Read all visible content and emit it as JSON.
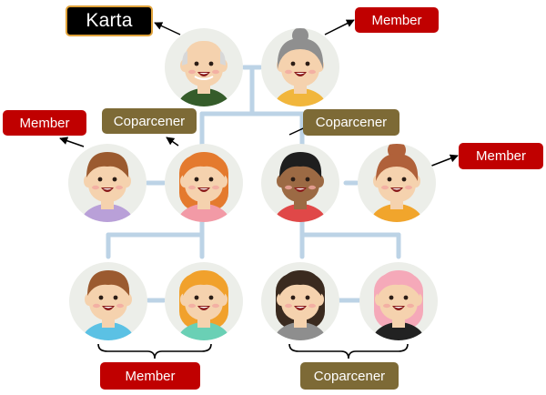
{
  "labels": {
    "karta": "Karta",
    "member": "Member",
    "coparcener": "Coparcener"
  },
  "colors": {
    "member_bg": "#c00000",
    "coparcener_bg": "#7d6a36",
    "karta_bg": "#000000",
    "karta_border": "#e0a23a",
    "tree_line": "#bcd3e6",
    "avatar_circle": "#eceee9",
    "arrow": "#000000"
  },
  "people": [
    {
      "id": "grandfather",
      "role_label": "karta",
      "hair": "bald-grey",
      "shirt": "#355c2a",
      "skin": "#f5d2ae"
    },
    {
      "id": "grandmother",
      "role_label": "member",
      "hair": "grey-bun",
      "shirt": "#f1b63c",
      "skin": "#f5d2ae"
    },
    {
      "id": "son-left",
      "role_label": "member",
      "hair": "brown-short",
      "shirt": "#b9a0d8",
      "skin": "#f5d2ae"
    },
    {
      "id": "daughter-left",
      "role_label": "coparcener",
      "hair": "orange-long",
      "shirt": "#f29aa6",
      "skin": "#f5d2ae"
    },
    {
      "id": "son-right",
      "role_label": "coparcener",
      "hair": "black-short",
      "shirt": "#e04848",
      "skin": "#9c6a44"
    },
    {
      "id": "daughter-in-law-right",
      "role_label": "member",
      "hair": "brown-bun",
      "shirt": "#f1a52c",
      "skin": "#f5d2ae"
    },
    {
      "id": "grandson-1",
      "role_label": "member",
      "hair": "brown-short",
      "shirt": "#5bc1e4",
      "skin": "#f5d2ae"
    },
    {
      "id": "granddaughter-1",
      "role_label": "member",
      "hair": "orange-bob",
      "shirt": "#6ad0b5",
      "skin": "#f5d2ae"
    },
    {
      "id": "granddaughter-2",
      "role_label": "coparcener",
      "hair": "dark-long",
      "shirt": "#8e8e8e",
      "skin": "#f5d2ae"
    },
    {
      "id": "granddaughter-3",
      "role_label": "coparcener",
      "hair": "pink-bob",
      "shirt": "#222222",
      "skin": "#f5d2ae"
    }
  ]
}
